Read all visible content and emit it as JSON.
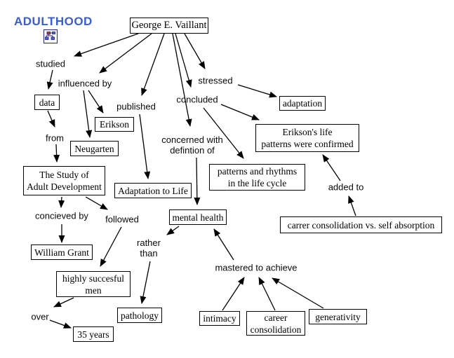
{
  "title": {
    "label": "ADULTHOOD",
    "color": "#3B5FC6"
  },
  "icon": {
    "name": "concept-map-icon"
  },
  "concepts": {
    "george": {
      "line1": "George E. Vaillant"
    },
    "data": {
      "line1": "data"
    },
    "erikson": {
      "line1": "Erikson"
    },
    "neugarten": {
      "line1": "Neugarten"
    },
    "study": {
      "line1": "The Study of",
      "line2": "Adult Development"
    },
    "adaptation_to_life": {
      "line1": "Adaptation to Life"
    },
    "mental_health": {
      "line1": "mental health"
    },
    "adaptation": {
      "line1": "adaptation"
    },
    "eriksons_life": {
      "line1": "Erikson's life",
      "line2": "patterns were confirmed"
    },
    "patterns": {
      "line1": "patterns and rhythms",
      "line2": "in the life cycle"
    },
    "carrer": {
      "line1": "carrer consolidation vs. self absorption"
    },
    "william_grant": {
      "line1": "William Grant"
    },
    "highly_succesful_men": {
      "line1": "highly succesful",
      "line2": "men"
    },
    "pathology": {
      "line1": "pathology"
    },
    "years35": {
      "line1": "35 years"
    },
    "intimacy": {
      "line1": "intimacy"
    },
    "career_consolidation": {
      "line1": "career",
      "line2": "consolidation"
    },
    "generativity": {
      "line1": "generativity"
    }
  },
  "links": {
    "studied": {
      "line1": "studied"
    },
    "influenced_by": {
      "line1": "influenced by"
    },
    "published": {
      "line1": "published"
    },
    "concluded": {
      "line1": "concluded"
    },
    "stressed": {
      "line1": "stressed"
    },
    "concerned_with": {
      "line1": "concerned with",
      "line2": "defintion of"
    },
    "from": {
      "line1": "from"
    },
    "concieved_by": {
      "line1": "concieved by"
    },
    "followed": {
      "line1": "followed"
    },
    "rather_than": {
      "line1": "rather",
      "line2": "than"
    },
    "mastered": {
      "line1": "mastered to achieve"
    },
    "added_to": {
      "line1": "added to"
    },
    "over": {
      "line1": "over"
    }
  },
  "relations": [
    [
      "George E. Vaillant",
      "studied"
    ],
    [
      "studied",
      "data"
    ],
    [
      "data",
      "from"
    ],
    [
      "from",
      "The Study of Adult Development"
    ],
    [
      "George E. Vaillant",
      "influenced by"
    ],
    [
      "influenced by",
      "Erikson"
    ],
    [
      "influenced by",
      "Neugarten"
    ],
    [
      "George E. Vaillant",
      "published"
    ],
    [
      "published",
      "Adaptation to Life"
    ],
    [
      "George E. Vaillant",
      "concluded"
    ],
    [
      "concluded",
      "Erikson's life patterns were confirmed"
    ],
    [
      "concluded",
      "patterns and rhythms in the life cycle"
    ],
    [
      "George E. Vaillant",
      "concerned with defintion of"
    ],
    [
      "concerned with defintion of",
      "mental health"
    ],
    [
      "George E. Vaillant",
      "stressed"
    ],
    [
      "stressed",
      "adaptation"
    ],
    [
      "The Study of Adult Development",
      "concieved by"
    ],
    [
      "concieved by",
      "William Grant"
    ],
    [
      "The Study of Adult Development",
      "followed"
    ],
    [
      "followed",
      "highly succesful men"
    ],
    [
      "highly succesful men",
      "over"
    ],
    [
      "over",
      "35 years"
    ],
    [
      "mental health",
      "rather than"
    ],
    [
      "rather than",
      "pathology"
    ],
    [
      "mastered to achieve",
      "mental health"
    ],
    [
      "intimacy",
      "mastered to achieve"
    ],
    [
      "career consolidation",
      "mastered to achieve"
    ],
    [
      "generativity",
      "mastered to achieve"
    ],
    [
      "carrer consolidation vs. self absorption",
      "added to"
    ],
    [
      "added to",
      "Erikson's life patterns were confirmed"
    ]
  ]
}
